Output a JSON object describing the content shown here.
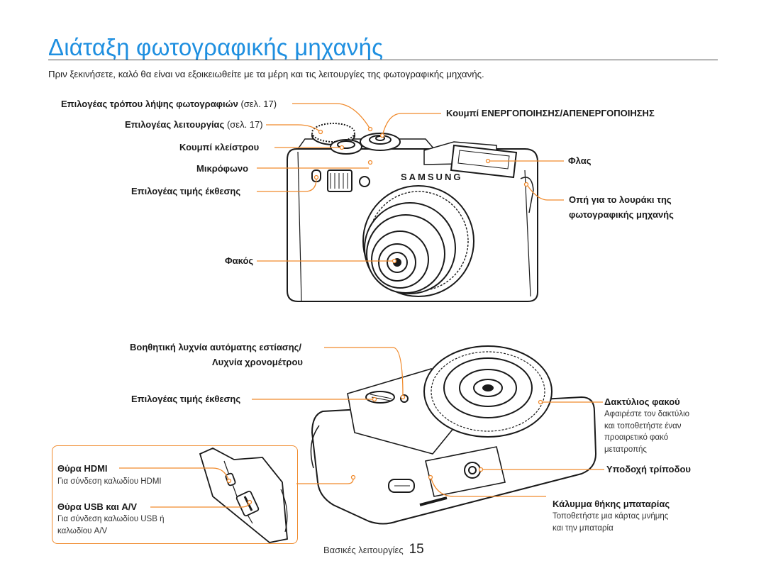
{
  "page": {
    "title": "Διάταξη φωτογραφικής μηχανής",
    "intro": "Πριν ξεκινήσετε, καλό θα είναι να εξοικειωθείτε με τα μέρη και τις λειτουργίες της φωτογραφικής μηχανής."
  },
  "top_camera": {
    "brand": "SAMSUNG",
    "left_labels": {
      "shooting_mode_dial": "Επιλογέας τρόπου λήψης φωτογραφιών",
      "shooting_mode_dial_ref": "(σελ. 17)",
      "operation_selector": "Επιλογέας λειτουργίας",
      "operation_selector_ref": "(σελ. 17)",
      "shutter_button": "Κουμπί κλείστρου",
      "microphone": "Μικρόφωνο",
      "exposure_selector": "Επιλογέας τιμής έκθεσης",
      "lens": "Φακός"
    },
    "right_labels": {
      "power_button": "Κουμπί ΕΝΕΡΓΟΠΟΙΗΣΗΣ/ΑΠΕΝΕΡΓΟΠΟΙΗΣΗΣ",
      "flash": "Φλας",
      "strap_eyelet_line1": "Οπή για το λουράκι της",
      "strap_eyelet_line2": "φωτογραφικής μηχανής"
    }
  },
  "bottom_camera": {
    "left_labels": {
      "af_lamp_line1": "Βοηθητική λυχνία αυτόματης εστίασης/",
      "af_lamp_line2": "Λυχνία χρονομέτρου",
      "exposure_selector": "Επιλογέας τιμής έκθεσης"
    },
    "right_labels": {
      "lens_ring": "Δακτύλιος φακού",
      "lens_ring_note": [
        "Αφαιρέστε τον δακτύλιο",
        "και τοποθετήστε έναν",
        "προαιρετικό φακό",
        "μετατροπής"
      ],
      "tripod_mount": "Υποδοχή τρίποδου",
      "battery_cover": "Κάλυμμα θήκης μπαταρίας",
      "battery_cover_note": [
        "Τοποθετήστε μια κάρτας μνήμης",
        "και την μπαταρία"
      ]
    },
    "inset": {
      "hdmi_port": "Θύρα HDMI",
      "hdmi_note": "Για σύνδεση καλωδίου HDMI",
      "usb_port": "Θύρα USB και A/V",
      "usb_note": [
        "Για σύνδεση καλωδίου USB ή",
        "καλωδίου A/V"
      ]
    }
  },
  "footer": {
    "section": "Βασικές λειτουργίες",
    "page_number": "15"
  },
  "colors": {
    "title": "#1e8fe0",
    "leader": "#f08a2c",
    "text": "#1a1a1a"
  }
}
